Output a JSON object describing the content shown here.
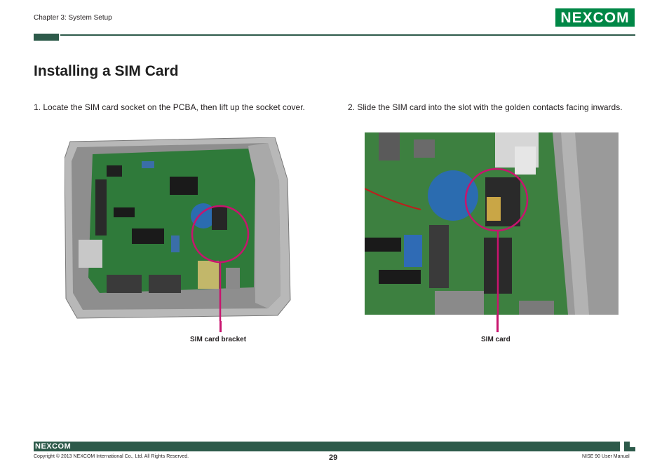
{
  "header": {
    "chapter": "Chapter 3: System Setup",
    "logo": "NEXCOM"
  },
  "title": "Installing a SIM Card",
  "steps": [
    "1. Locate the SIM card socket on the PCBA, then lift up the socket cover.",
    "2. Slide the SIM card into the slot with the golden contacts facing inwards."
  ],
  "callouts": {
    "left": "SIM card bracket",
    "right": "SIM card"
  },
  "footer": {
    "logo": "NEXCOM",
    "copyright": "Copyright © 2013 NEXCOM International Co., Ltd. All Rights Reserved.",
    "page": "29",
    "manual": "NISE 90 User Manual"
  },
  "colors": {
    "brand_green": "#008746",
    "bar_dark_green": "#2d5a4a",
    "callout_magenta": "#c8146e",
    "pcb_green": "#2f7a3a",
    "chassis_gray": "#9a9a9a"
  }
}
